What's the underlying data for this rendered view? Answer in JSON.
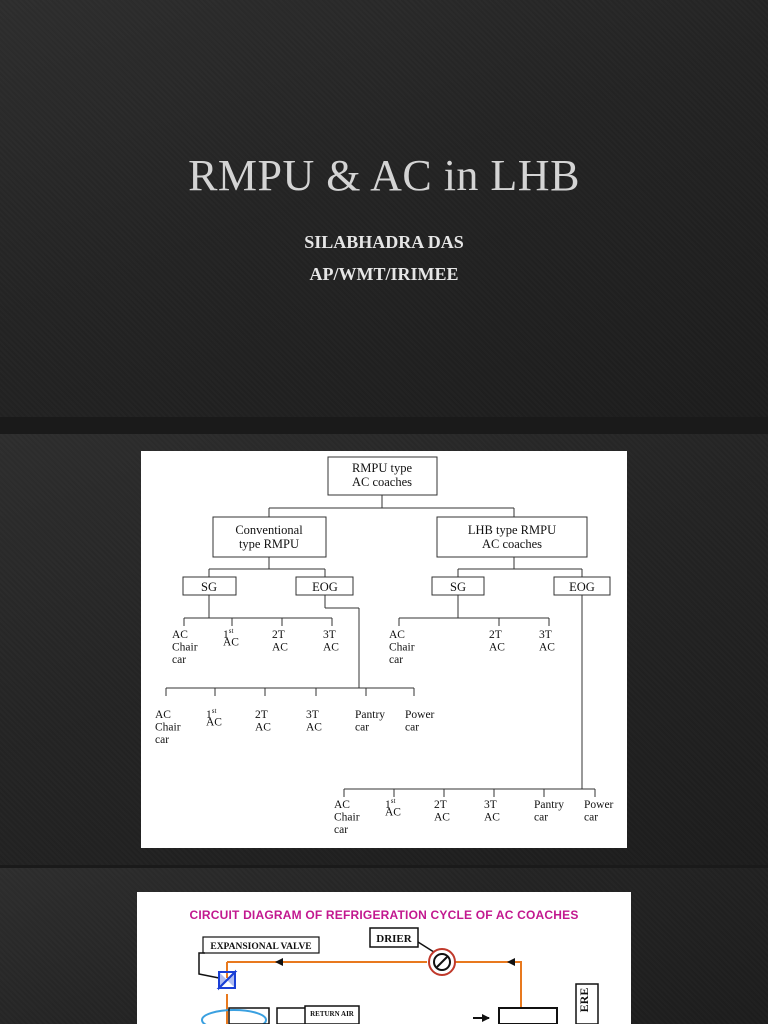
{
  "title_slide": {
    "title": "RMPU & AC in LHB",
    "author": "SILABHADRA DAS",
    "designation": "AP/WMT/IRIMEE"
  },
  "tree": {
    "root": "RMPU type\nAC coaches",
    "conventional": "Conventional\ntype RMPU",
    "lhb": "LHB type RMPU\nAC coaches",
    "sg": "SG",
    "eog": "EOG",
    "conv_sg_children": [
      "AC\nChair\ncar",
      "1st\nAC",
      "2T\nAC",
      "3T\nAC"
    ],
    "conv_eog_children": [
      "AC\nChair\ncar",
      "1st\nAC",
      "2T\nAC",
      "3T\nAC",
      "Pantry\ncar",
      "Power\ncar"
    ],
    "lhb_sg_children": [
      "AC\nChair\ncar",
      "2T\nAC",
      "3T\nAC"
    ],
    "lhb_eog_children": [
      "AC\nChair\ncar",
      "1st\nAC",
      "2T\nAC",
      "3T\nAC",
      "Pantry\ncar",
      "Power\ncar"
    ]
  },
  "circuit": {
    "title": "CIRCUIT DIAGRAM  OF REFRIGERATION  CYCLE OF AC COACHES",
    "expansion_valve": "EXPANSIONAL VALVE",
    "drier": "DRIER",
    "return_air": "RETURN AIR",
    "side_label": "ERE",
    "title_color": "#c2188f",
    "pipe_color": "#e8791e"
  }
}
